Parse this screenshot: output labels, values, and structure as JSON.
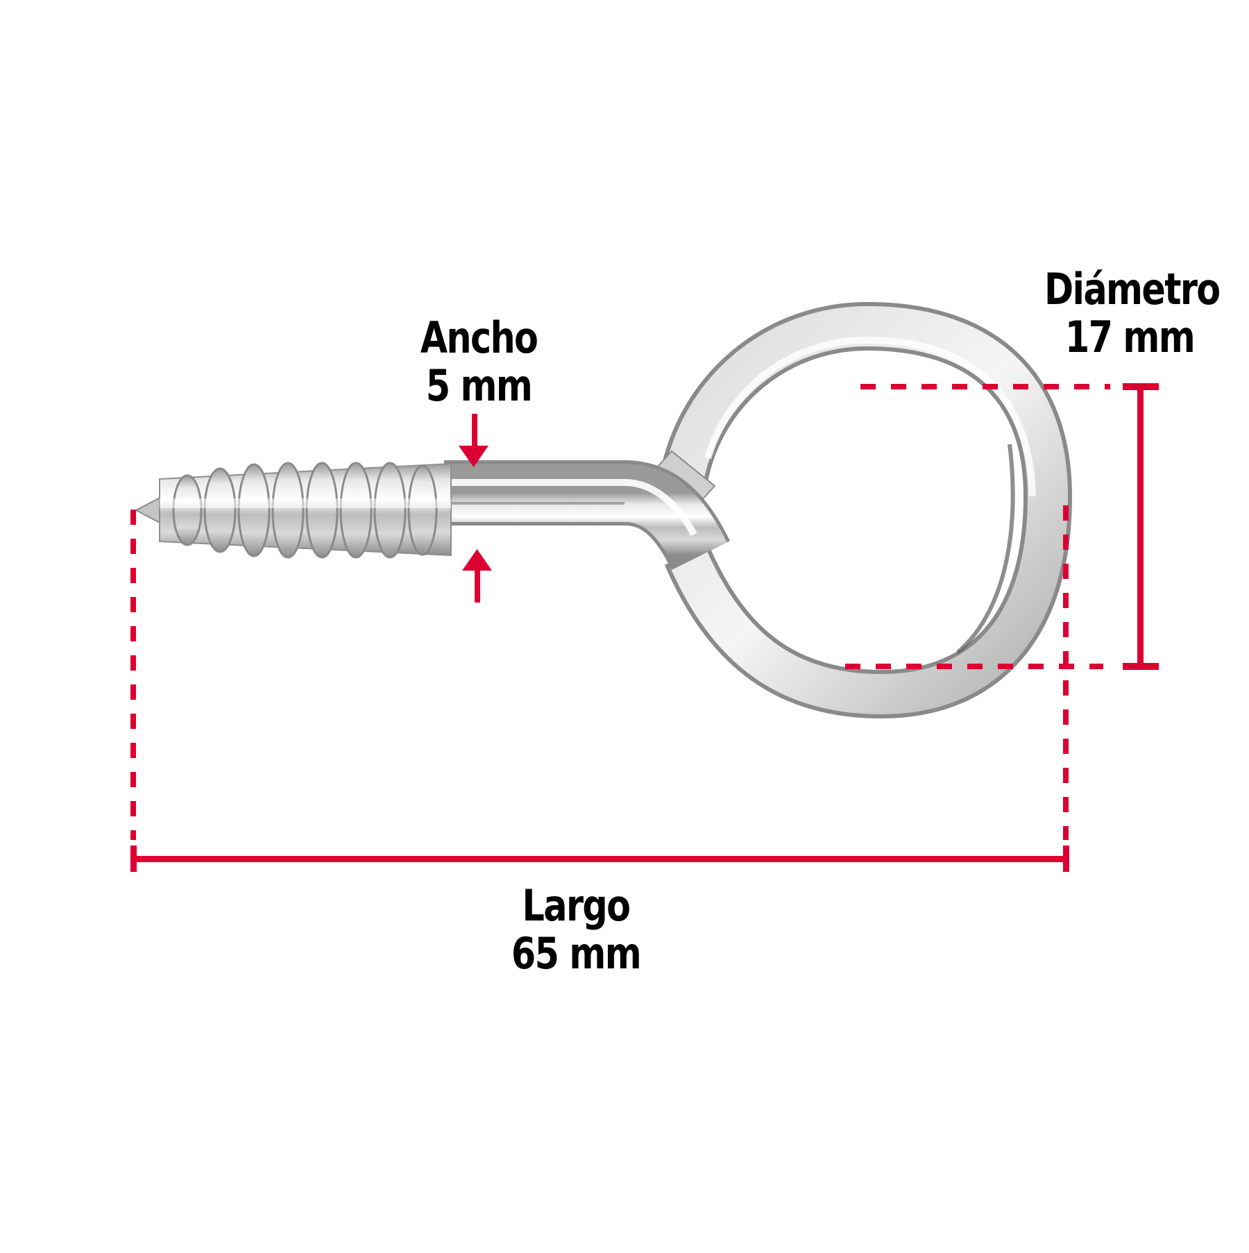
{
  "diagram": {
    "subject": "Armella cerrada (screw eye hook)",
    "accent_color": "#DC0032",
    "text_color": "#000000",
    "metal_colors": {
      "light": "#f2f2f2",
      "mid": "#c8c8c8",
      "dark": "#7a7a7a"
    }
  },
  "dimensions": {
    "ancho": {
      "label": "Ancho",
      "value": "5 mm"
    },
    "diametro": {
      "label": "Diámetro",
      "value": "17 mm"
    },
    "largo": {
      "label": "Largo",
      "value": "65 mm"
    }
  }
}
